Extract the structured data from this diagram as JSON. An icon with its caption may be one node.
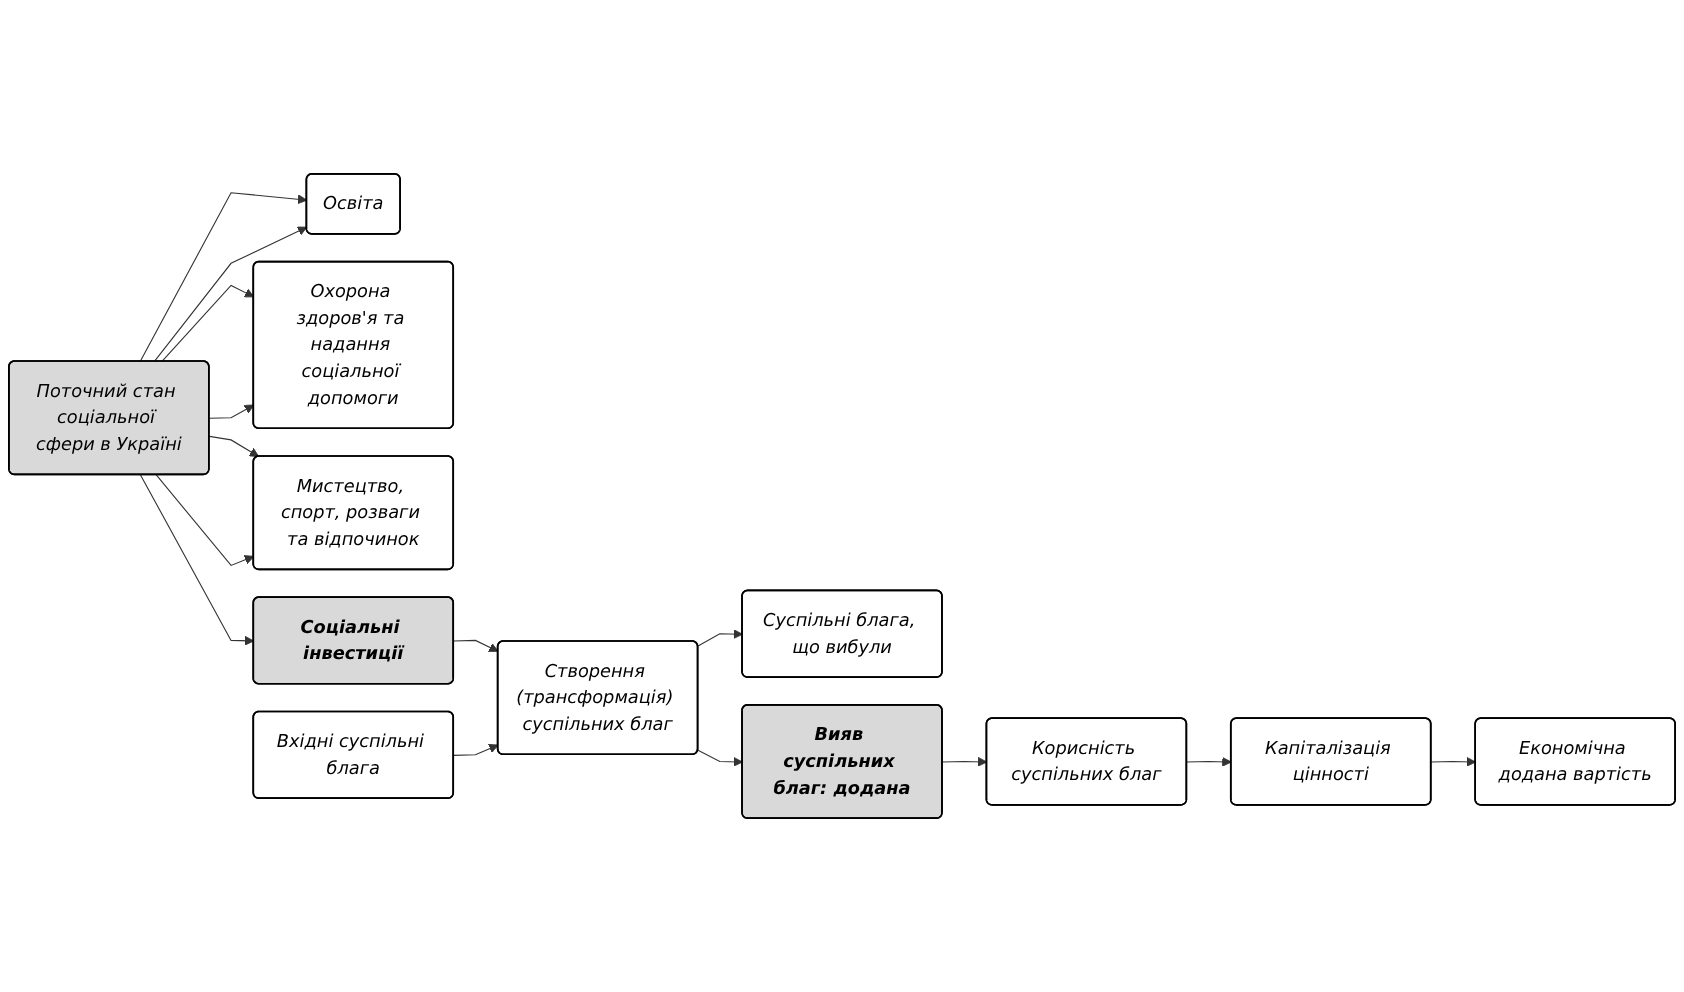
{
  "diagram": {
    "nodes": [
      {
        "text": [
          "Поточний стан соціальної сфери в Україні"
        ]
      },
      {
        "text": [
          "Освіта"
        ]
      },
      {
        "text": [
          "Охорона здоров'я та надання соціальної допомоги"
        ]
      },
      {
        "text": [
          "Мистецтво, спорт, розваги та відпочинок"
        ]
      },
      {
        "text": [
          "Соціальні інвестиції"
        ]
      },
      {
        "text": [
          "Вхідні суспільні блага"
        ]
      },
      {
        "text": [
          "Створення (трансформація) суспільних благ"
        ]
      },
      {
        "text": [
          "Суспільні блага, що вибули"
        ]
      },
      {
        "text": [
          "Вияв суспільних благ: додана"
        ]
      },
      {
        "text": [
          "Корисність суспільних благ"
        ]
      },
      {
        "text": [
          "Капіталізація цінності"
        ]
      },
      {
        "text": [
          "Економічна додана вартість"
        ]
      }
    ],
    "edges": [
      {
        "from": 0,
        "to": 1,
        "arrow": "to"
      },
      {
        "from": 0,
        "to": 2,
        "arrow": "to"
      },
      {
        "from": 0,
        "to": 3,
        "arrow": "to"
      },
      {
        "from": 0,
        "to": 1,
        "arrow": "to"
      },
      {
        "from": 0,
        "to": 2,
        "arrow": "to"
      },
      {
        "from": 0,
        "to": 3,
        "arrow": "to"
      },
      {
        "from": 0,
        "to": 4,
        "arrow": "to"
      },
      {
        "from": 4,
        "to": 6,
        "arrow": "to"
      },
      {
        "from": 5,
        "to": 6,
        "arrow": "to"
      },
      {
        "from": 6,
        "to": 7,
        "arrow": "to"
      },
      {
        "from": 6,
        "to": 8,
        "arrow": "to"
      },
      {
        "from": 8,
        "to": 9,
        "arrow": "to"
      },
      {
        "from": 9,
        "to": 10,
        "arrow": "to"
      },
      {
        "from": 10,
        "to": 11,
        "arrow": "to"
      }
    ]
  }
}
